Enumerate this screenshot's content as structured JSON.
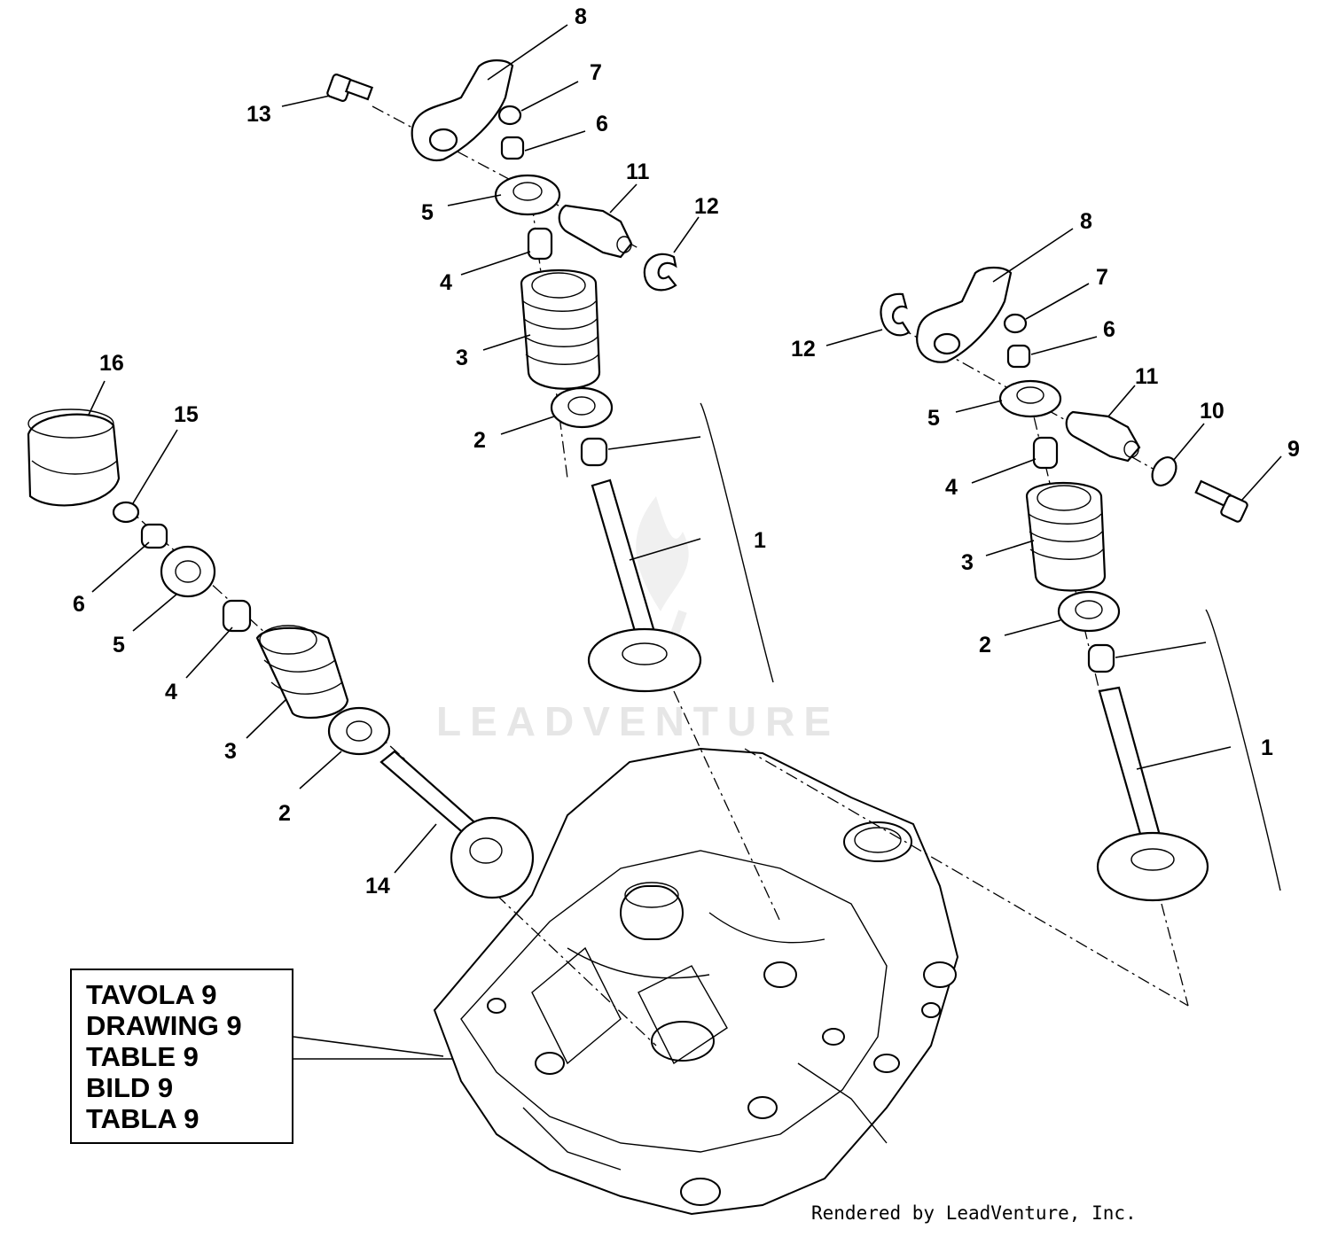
{
  "reference_box": {
    "lines": [
      "TAVOLA 9",
      "DRAWING 9",
      "TABLE 9",
      "BILD 9",
      "TABLA 9"
    ]
  },
  "watermark": "LEADVENTURE",
  "footer": "Rendered by LeadVenture, Inc.",
  "callouts": {
    "top_assembly": [
      "8",
      "7",
      "13",
      "6",
      "11",
      "5",
      "12",
      "4",
      "3",
      "2",
      "1"
    ],
    "right_assembly": [
      "8",
      "7",
      "12",
      "6",
      "11",
      "5",
      "10",
      "9",
      "4",
      "3",
      "2",
      "1"
    ],
    "left_assembly": [
      "16",
      "15",
      "6",
      "5",
      "4",
      "3",
      "2",
      "14"
    ]
  }
}
